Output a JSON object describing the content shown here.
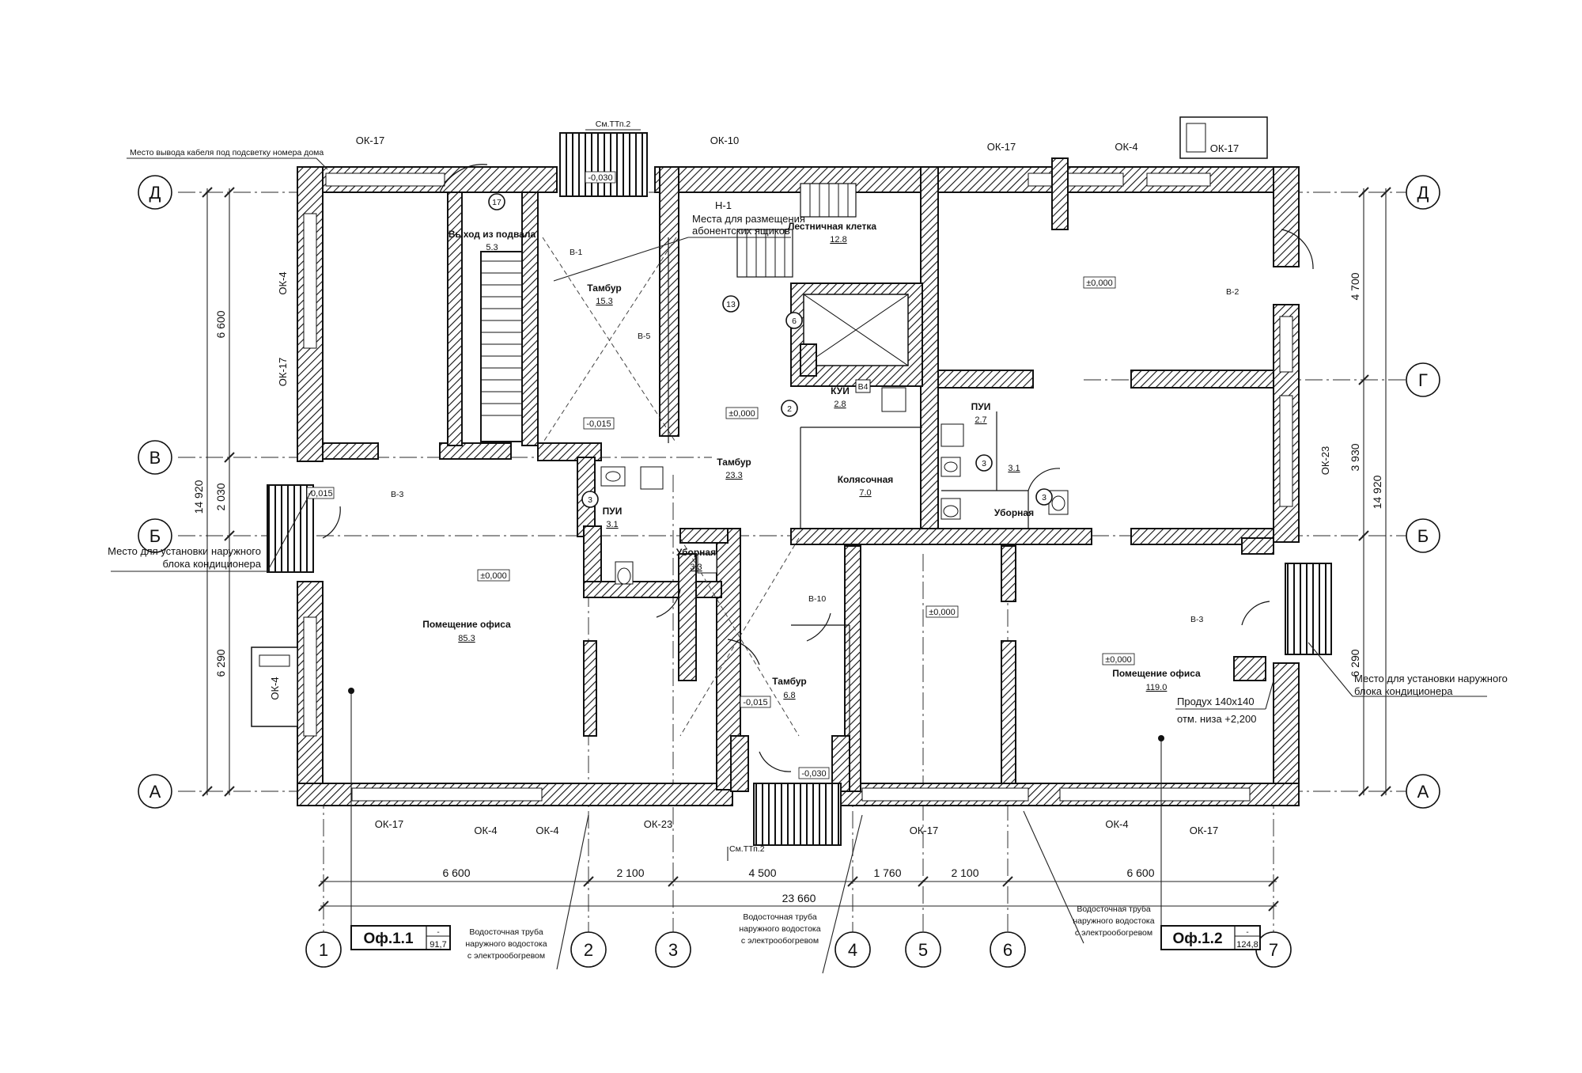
{
  "axes_letters": [
    "Д",
    "Г",
    "В",
    "Б",
    "А"
  ],
  "axes_numbers": [
    "1",
    "2",
    "3",
    "4",
    "5",
    "6",
    "7"
  ],
  "window_marks": {
    "ok17": "ОК-17",
    "ok4": "ОК-4",
    "ok10": "ОК-10",
    "ok23": "ОК-23"
  },
  "notes": {
    "cable": "Место вывода кабеля под подсветку номера дома",
    "ref_ttp2": "См.ТТп.2",
    "mailbox_1": "Места для размещения",
    "mailbox_2": "абонентских ящиков",
    "ac_1": "Место для установки наружного",
    "ac_2": "блока кондиционера",
    "ac_right_1": "Место для установки наружного",
    "ac_right_2": "блока кондиционера",
    "vent_1": "Продух 140х140",
    "vent_2": "отм. низа +2,200",
    "drain_1": "Водосточная труба",
    "drain_2": "наружного водостока",
    "drain_3": "с электрообогревом"
  },
  "tags": {
    "h1": "Н-1",
    "n17": "17",
    "n13": "13",
    "n6": "6",
    "n2": "2",
    "n3": "3",
    "b4": "В4",
    "v1": "В-1",
    "v2": "В-2",
    "v3": "В-3",
    "v5": "В-5",
    "v10": "В-10"
  },
  "rooms": {
    "exit": {
      "name": "Выход из подвала",
      "area": "5.3"
    },
    "tambur1": {
      "name": "Тамбур",
      "area": "15.3"
    },
    "stair": {
      "name": "Лестничная клетка",
      "area": "12.8"
    },
    "kui": {
      "name": "КУИ",
      "area": "2.8"
    },
    "tambur2": {
      "name": "Тамбур",
      "area": "23.3"
    },
    "kolyas": {
      "name": "Колясочная",
      "area": "7.0"
    },
    "pui1": {
      "name": "ПУИ",
      "area": "3.1"
    },
    "ubor1": {
      "name": "Уборная",
      "area": "3.3"
    },
    "pui2": {
      "name": "ПУИ",
      "area": "2.7"
    },
    "ubor2": {
      "name": "Уборная",
      "area": "3.1"
    },
    "office1": {
      "name": "Помещение офиса",
      "area": "85.3"
    },
    "tambur3": {
      "name": "Тамбур",
      "area": "6.8"
    },
    "office2": {
      "name": "Помещение офиса",
      "area": "119.0"
    }
  },
  "levels": {
    "zero": "±0,000",
    "m015": "-0,015",
    "m030": "-0,030",
    "m0015": "-0,015"
  },
  "dims_bottom": [
    "6 600",
    "2 100",
    "4 500",
    "1 760",
    "2 100",
    "6 600"
  ],
  "dim_total": "23 660",
  "dims_left": [
    "6 600",
    "2 030",
    "6 290"
  ],
  "dims_left_total": "14 920",
  "dims_right": [
    "4 700",
    "3 930",
    "6 290"
  ],
  "dims_right_total": "14 920",
  "office_tags": [
    {
      "name": "Оф.1.1",
      "dash": "-",
      "area": "91,7"
    },
    {
      "name": "Оф.1.2",
      "dash": "-",
      "area": "124,8"
    }
  ]
}
